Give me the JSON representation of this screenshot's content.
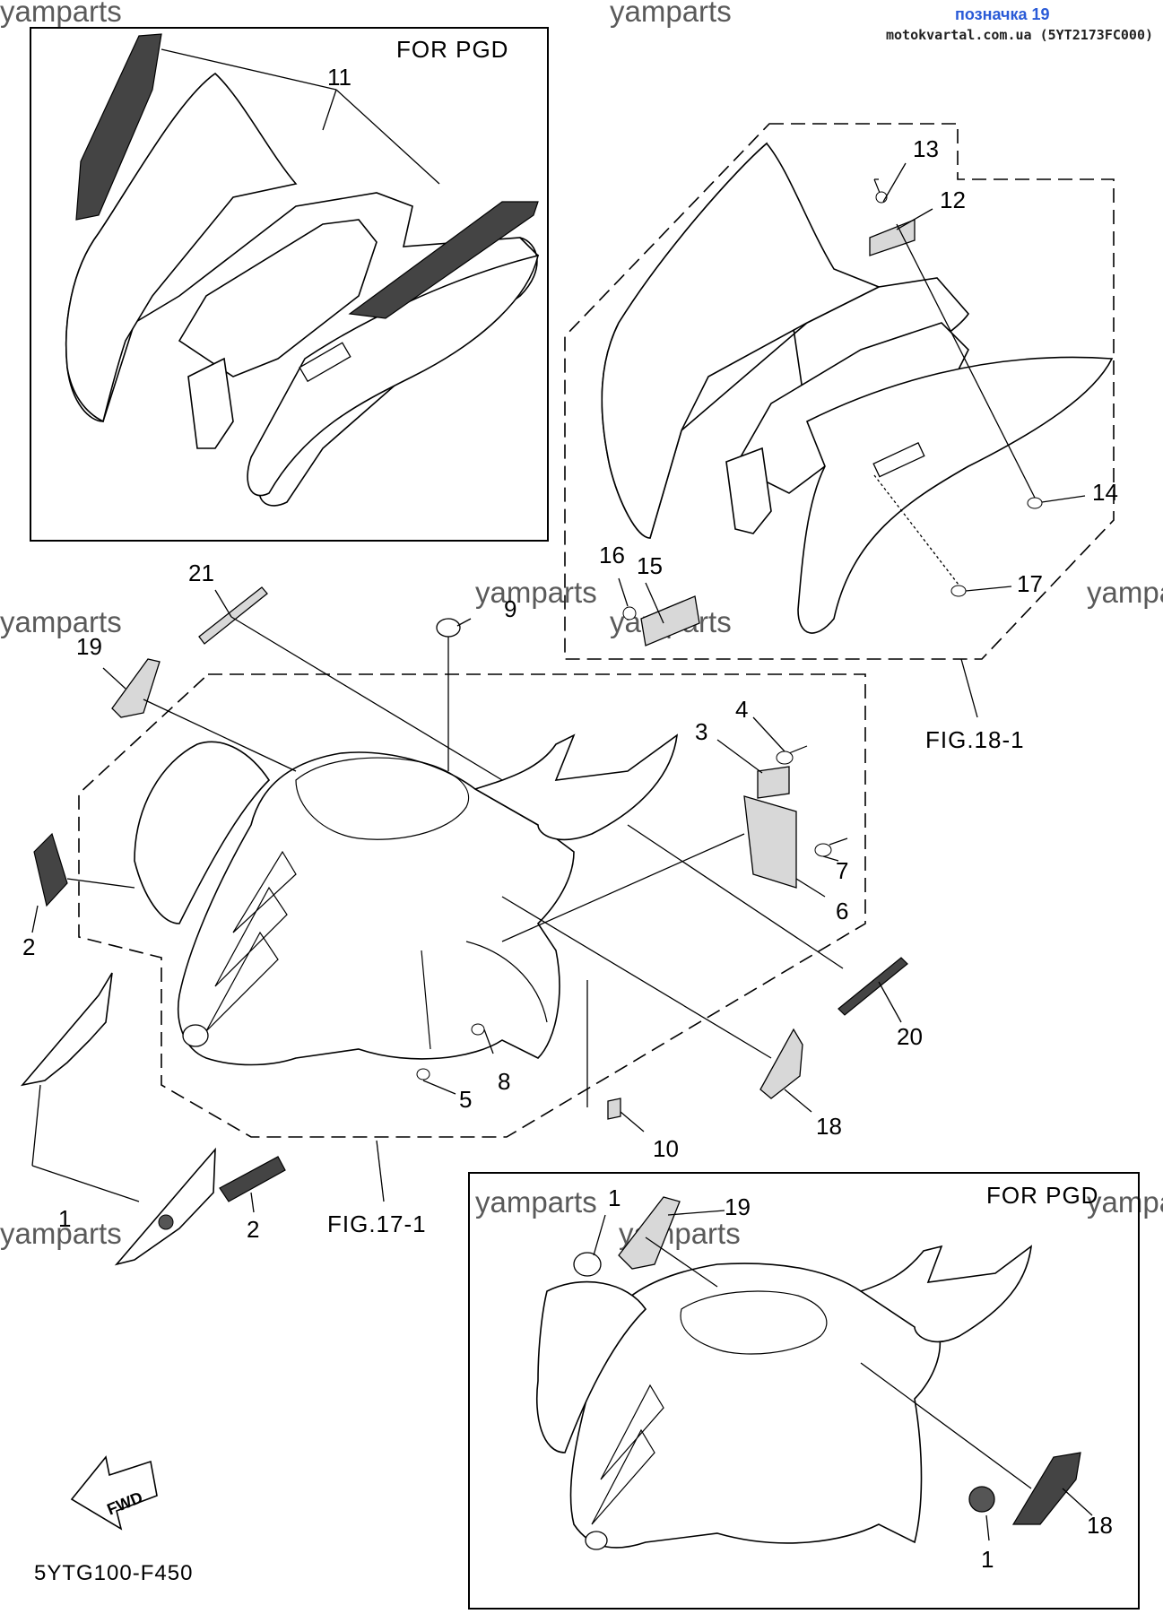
{
  "header": {
    "link_text": "позначка 19",
    "link_color": "#2a5bd7",
    "source": "motokvartal.com.ua (5YT2173FC000)"
  },
  "watermark": "yamparts",
  "boxes": {
    "top_left_title": "FOR PGD",
    "bottom_right_title": "FOR PGD"
  },
  "figure_refs": {
    "fig18": "FIG.18-1",
    "fig17": "FIG.17-1"
  },
  "callouts": {
    "c1a": "1",
    "c1b": "1",
    "c1c": "1",
    "c2a": "2",
    "c2b": "2",
    "c3": "3",
    "c4": "4",
    "c5": "5",
    "c6": "6",
    "c7": "7",
    "c8": "8",
    "c9": "9",
    "c10": "10",
    "c11": "11",
    "c12": "12",
    "c13": "13",
    "c14": "14",
    "c15": "15",
    "c16": "16",
    "c17": "17",
    "c18a": "18",
    "c18b": "18",
    "c19a": "19",
    "c19b": "19",
    "c20": "20",
    "c21": "21"
  },
  "fwd_label": "FWD",
  "diagram_code": "5YTG100-F450"
}
